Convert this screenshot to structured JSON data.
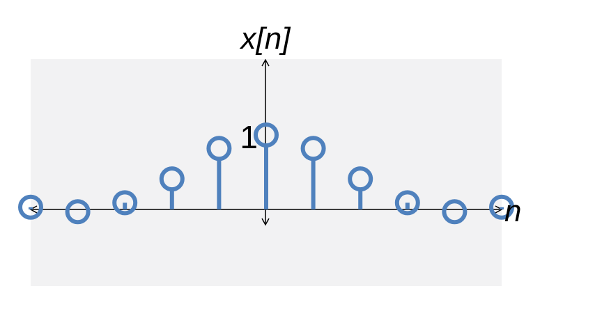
{
  "chart_data": {
    "type": "stem",
    "ylabel": "x[n]",
    "xlabel": "n",
    "ytick_labels": [
      "1"
    ],
    "yticks": [
      1
    ],
    "x": [
      -5,
      -4,
      -3,
      -2,
      -1,
      0,
      1,
      2,
      3,
      4,
      5
    ],
    "y": [
      0.03,
      -0.03,
      0.09,
      0.41,
      0.82,
      1.0,
      0.82,
      0.41,
      0.09,
      -0.03,
      0.03
    ],
    "xlim": [
      -5,
      5
    ],
    "ylim": [
      -1.0,
      2.0
    ],
    "grid": false,
    "colors": {
      "stem": "#4f81bd",
      "axis": "#000000",
      "plot_background": "#f2f2f3",
      "page_background": "#ffffff"
    }
  }
}
